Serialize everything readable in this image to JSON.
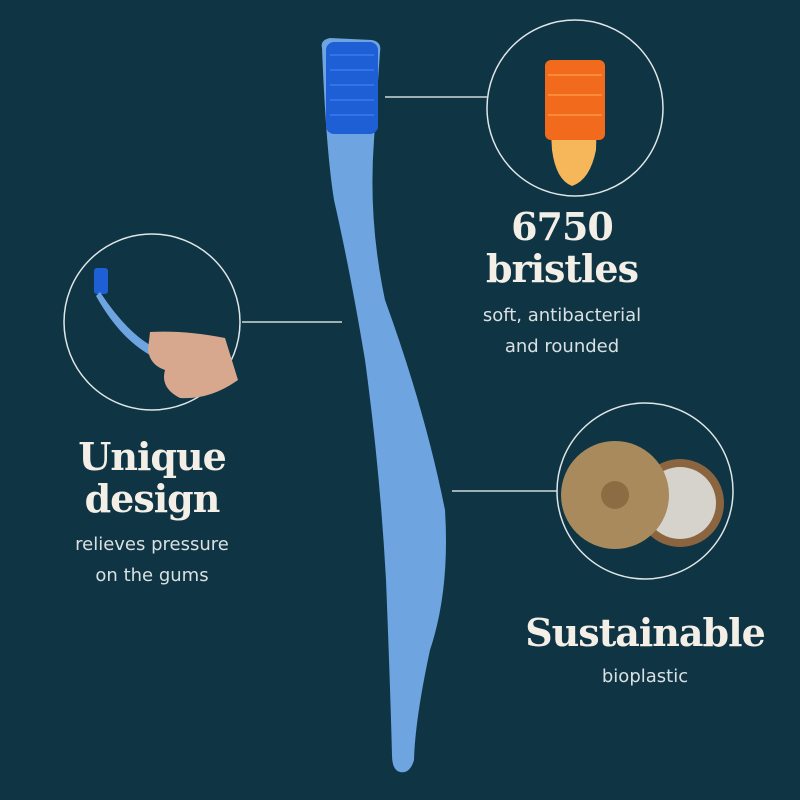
{
  "colors": {
    "background": "#0f3444",
    "handle": "#6ea5e0",
    "bristles_main": "#1f5fd6",
    "bristles_inset": "#f26a1b",
    "text": "#f3efe6"
  },
  "features": [
    {
      "title_line1": "6750",
      "title_line2": "bristles",
      "desc_line1": "soft, antibacterial",
      "desc_line2": "and rounded"
    },
    {
      "title_line1": "Unique",
      "title_line2": "design",
      "desc_line1": "relieves pressure",
      "desc_line2": "on the gums"
    },
    {
      "title_line1": "Sustainable",
      "desc_line1": "bioplastic"
    }
  ]
}
